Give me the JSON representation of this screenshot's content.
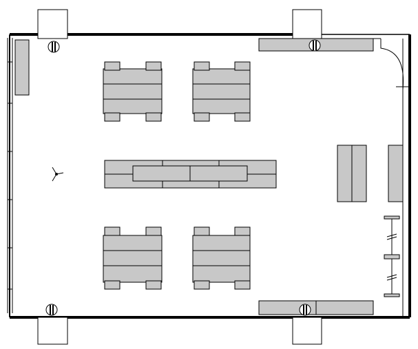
{
  "floor_plan": {
    "room": "classroom",
    "colors": {
      "furniture": "#c8c8c8",
      "line": "#000000",
      "background": "#ffffff"
    },
    "elements": [
      "structural-columns",
      "entry-door",
      "window-wall-left",
      "teacher-desk-left",
      "student-table-groups",
      "center-long-table",
      "cabinets-right",
      "counters-top-bottom",
      "ceiling-fan",
      "floor-outlets",
      "wall-shelf-right"
    ]
  }
}
